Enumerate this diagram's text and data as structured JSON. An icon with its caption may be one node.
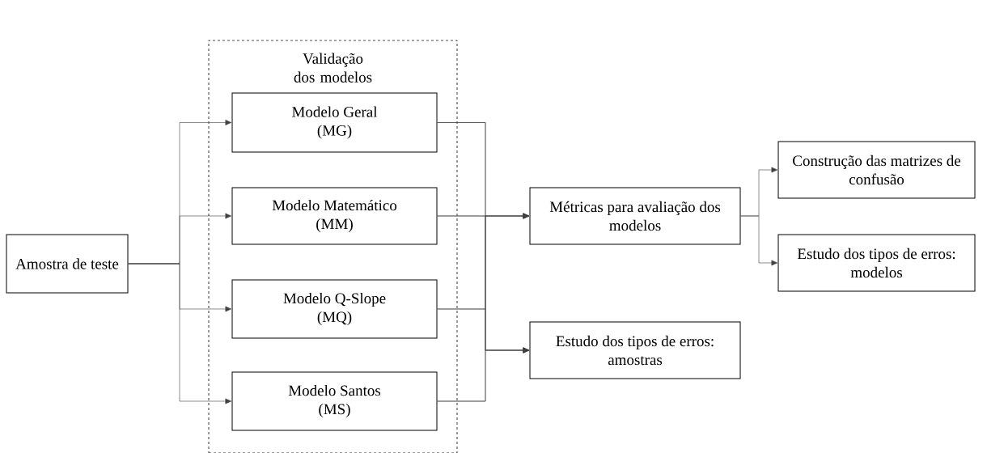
{
  "diagram": {
    "nodes": [
      {
        "text": [
          "Amostra de teste"
        ]
      },
      {
        "text": [
          "Validação dos modelos"
        ]
      },
      {
        "text": [
          "Modelo Geral (MG)"
        ],
        "in": 1
      },
      {
        "text": [
          "Modelo Matemático (MM)"
        ],
        "in": 1
      },
      {
        "text": [
          "Modelo Q-Slope (MQ)"
        ],
        "in": 1
      },
      {
        "text": [
          "Modelo Santos (MS)"
        ],
        "in": 1
      },
      {
        "text": [
          "Métricas para avaliação dos modelos"
        ]
      },
      {
        "text": [
          "Estudo dos tipos de erros: amostras"
        ]
      },
      {
        "text": [
          "Construção das matrizes de confusão"
        ]
      },
      {
        "text": [
          "Estudo dos tipos de erros: modelos"
        ]
      }
    ],
    "edges": [
      {
        "from": 0,
        "to": 2,
        "arrow": "to"
      },
      {
        "from": 0,
        "to": 3,
        "arrow": "to"
      },
      {
        "from": 0,
        "to": 4,
        "arrow": "to"
      },
      {
        "from": 0,
        "to": 5,
        "arrow": "to"
      },
      {
        "from": 2,
        "to": 6,
        "arrow": "to"
      },
      {
        "from": 3,
        "to": 6,
        "arrow": "to"
      },
      {
        "from": 4,
        "to": 6,
        "arrow": "to"
      },
      {
        "from": 5,
        "to": 6,
        "arrow": "to"
      },
      {
        "from": 2,
        "to": 7,
        "arrow": "to"
      },
      {
        "from": 3,
        "to": 7,
        "arrow": "to"
      },
      {
        "from": 4,
        "to": 7,
        "arrow": "to"
      },
      {
        "from": 5,
        "to": 7,
        "arrow": "to"
      },
      {
        "from": 6,
        "to": 8,
        "arrow": "to"
      },
      {
        "from": 6,
        "to": 9,
        "arrow": "to"
      }
    ]
  }
}
